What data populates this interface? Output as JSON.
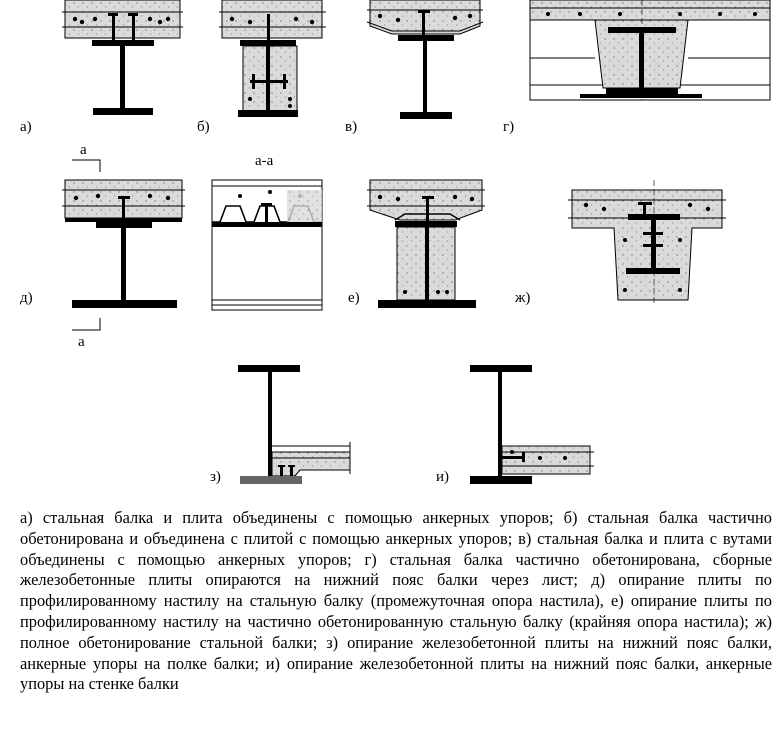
{
  "labels": {
    "a": "а)",
    "b": "б)",
    "v": "в)",
    "g": "г)",
    "d": "д)",
    "e": "е)",
    "zh": "ж)",
    "z": "з)",
    "i": "и)",
    "section_title": "а-а",
    "section_mark_top": "а",
    "section_mark_bottom": "а"
  },
  "caption": "а) стальная балка и плита объединены с помощью анкерных упоров; б) стальная балка частично обетонирована и объединена с плитой с помощью анкерных упоров; в) стальная балка и плита с вутами объединены с помощью анкерных упоров; г) стальная балка частично обетонирована, сборные железобетонные плиты опираются на нижний пояс балки через лист; д) опирание плиты по профилированному настилу на стальную балку (промежуточная опора настила), е) опирание плиты по профилированному настилу на частично обетонированную стальную балку (крайняя опора настила); ж) полное обетонирование стальной балки; з) опирание железобетонной плиты на нижний пояс балки, анкерные упоры на полке балки; и) опирание железобетонной плиты на нижний пояс балки, анкерные упоры на стенке балки",
  "colors": {
    "concrete": "#d9d9d9",
    "concrete_dark": "#bdbdbd",
    "steel": "#111111"
  }
}
